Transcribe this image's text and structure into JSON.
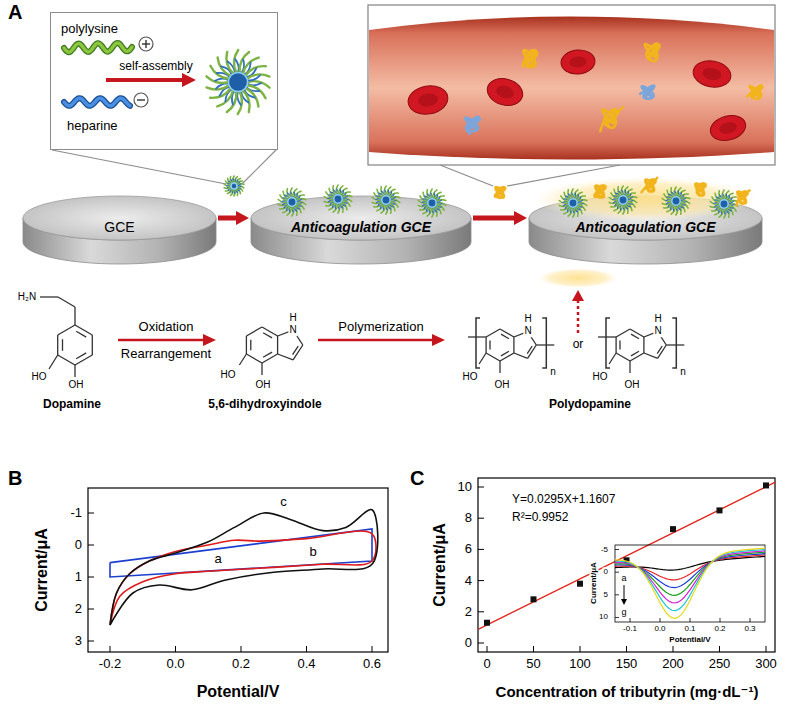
{
  "diagram": {
    "nodes": [
      {
        "text": [
          "polylysine",
          "self-assembly",
          "heparine"
        ]
      },
      {
        "text": [
          "GCE"
        ]
      },
      {
        "text": [
          "Anticoagulation GCE"
        ]
      },
      {
        "text": [
          "Anticoagulation GCE"
        ]
      }
    ],
    "edges": [
      {
        "from": 1,
        "to": 2,
        "arrow": "to"
      },
      {
        "from": 2,
        "to": 3,
        "arrow": "to"
      }
    ],
    "labels": [
      "A",
      "Oxidation",
      "Rearrangement",
      "Polymerization",
      "H₂N",
      "HO",
      "OH",
      "Dopamine",
      "H",
      "N",
      "HO",
      "OH",
      "5,6-dihydroxyindole",
      "H",
      "N",
      "HO",
      "OH",
      "n",
      "or",
      "H",
      "N",
      "HO",
      "OH",
      "n",
      "Polydopamine",
      "B",
      "-1",
      "0",
      "1",
      "2",
      "3",
      "-0.2",
      "0.0",
      "0.2",
      "0.4",
      "0.6",
      "a",
      "b",
      "c",
      "Current/μA",
      "Potential/V",
      "C",
      "Y=0.0295X+1.1607",
      "R²=0.9952",
      "0",
      "2",
      "4",
      "6",
      "8",
      "10",
      "0",
      "50",
      "100",
      "150",
      "200",
      "250",
      "300",
      "Current/μA",
      "Concentration of tributyrin (mg·dL⁻¹)",
      "-5",
      "0",
      "5",
      "10",
      "-0.1",
      "0.0",
      "0.1",
      "0.2",
      "0.3",
      "Current/μA",
      "Potential/V",
      "a",
      "g"
    ]
  }
}
